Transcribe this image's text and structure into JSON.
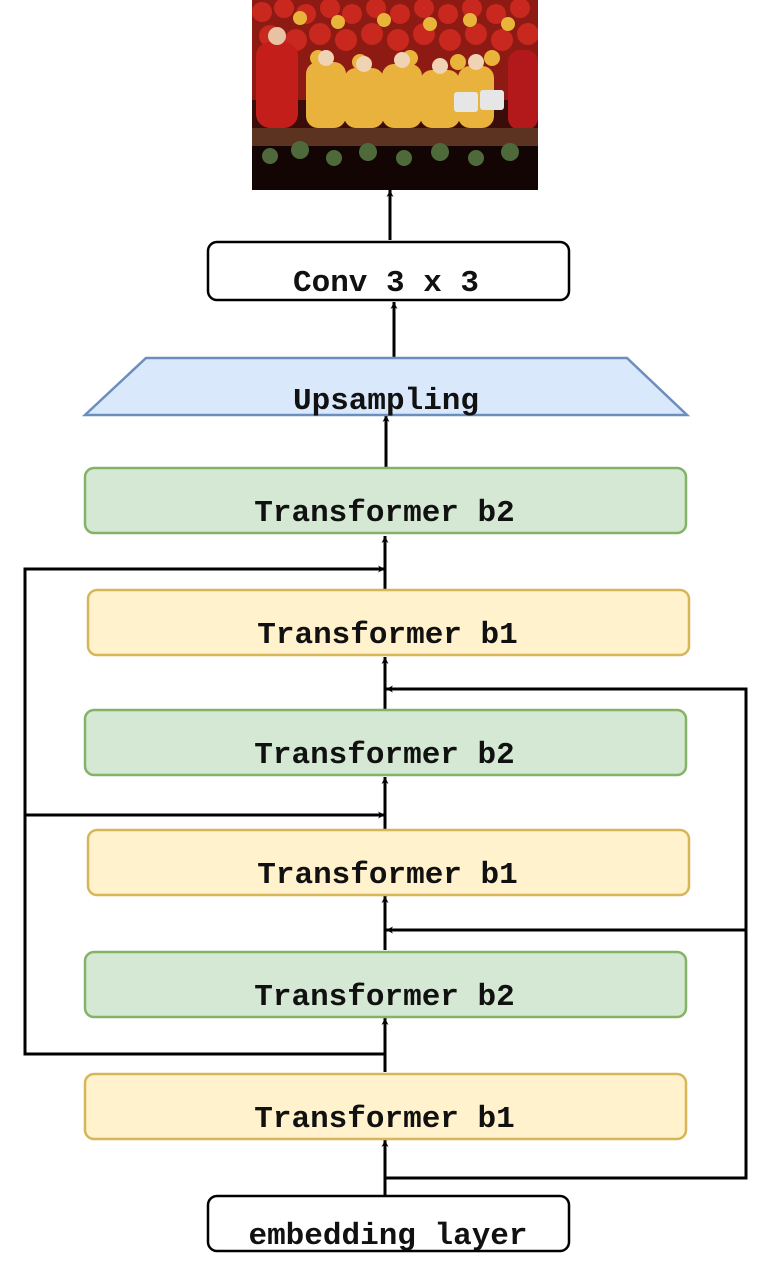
{
  "diagram": {
    "output_image": {
      "icon": "graduation-photo"
    },
    "conv": {
      "label": "Conv 3 x 3"
    },
    "upsampling": {
      "label": "Upsampling"
    },
    "blocks": [
      {
        "label": "Transformer b2",
        "type": "b2"
      },
      {
        "label": "Transformer b1",
        "type": "b1"
      },
      {
        "label": "Transformer b2",
        "type": "b2"
      },
      {
        "label": "Transformer b1",
        "type": "b1"
      },
      {
        "label": "Transformer b2",
        "type": "b2"
      },
      {
        "label": "Transformer b1",
        "type": "b1"
      }
    ],
    "embedding": {
      "label": "embedding layer"
    }
  },
  "colors": {
    "b1_fill": "#fff2cc",
    "b1_stroke": "#d6b656",
    "b2_fill": "#d5e8d4",
    "b2_stroke": "#82b366",
    "upsampling_fill": "#dae8fc",
    "upsampling_stroke": "#6c8ebf",
    "line": "#000000"
  }
}
